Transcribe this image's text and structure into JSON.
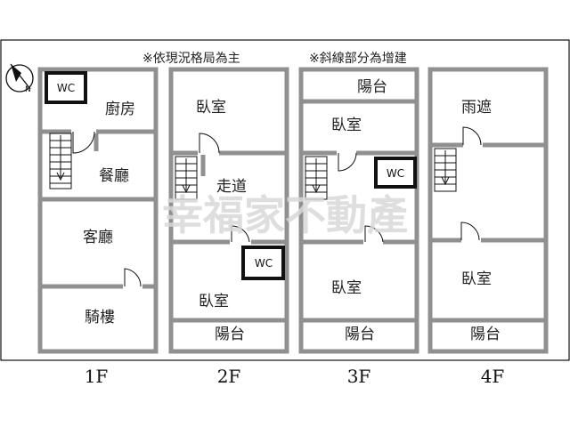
{
  "notes": {
    "layout_note": "※依現況格局為主",
    "addition_note": "※斜線部分為增建"
  },
  "compass": {
    "label": "N"
  },
  "watermark": "幸福家不動產",
  "floors": [
    {
      "label": "1F",
      "rooms": {
        "wc": "WC",
        "kitchen": "廚房",
        "dining": "餐廳",
        "living": "客廳",
        "arcade": "騎樓"
      }
    },
    {
      "label": "2F",
      "rooms": {
        "bedroom_front": "臥室",
        "corridor": "走道",
        "wc": "WC",
        "bedroom_rear": "臥室",
        "balcony": "陽台"
      }
    },
    {
      "label": "3F",
      "rooms": {
        "balcony_front": "陽台",
        "bedroom_front": "臥室",
        "wc": "WC",
        "bedroom_rear": "臥室",
        "balcony_rear": "陽台"
      }
    },
    {
      "label": "4F",
      "rooms": {
        "canopy": "雨遮",
        "bedroom": "臥室",
        "balcony": "陽台"
      }
    }
  ]
}
